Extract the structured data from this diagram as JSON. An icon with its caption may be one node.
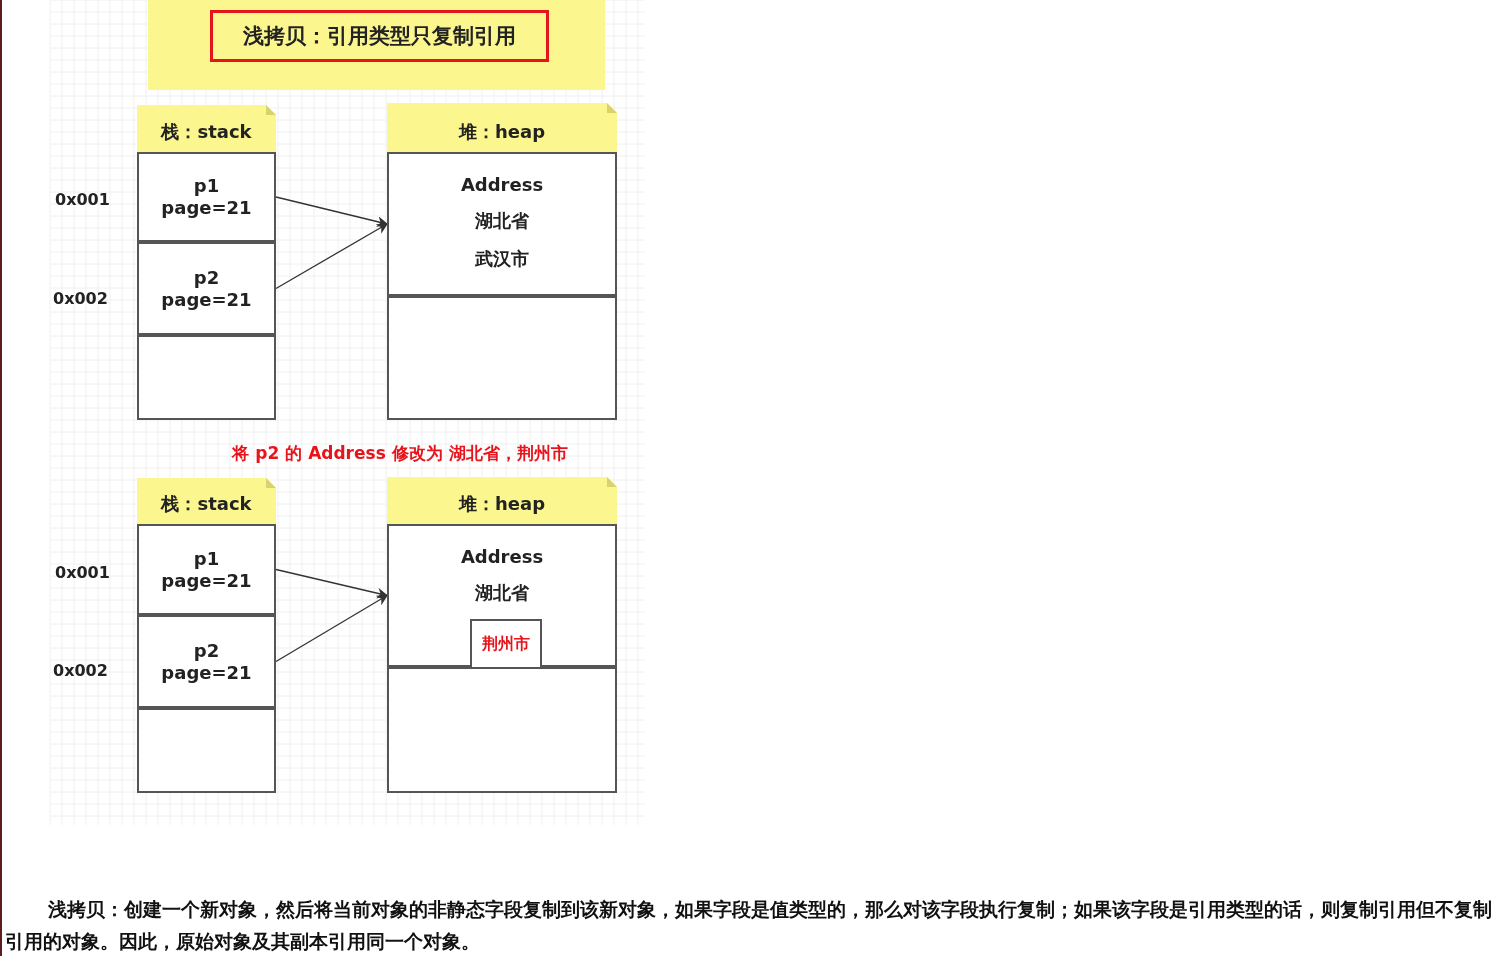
{
  "diagram": {
    "nodes": [
      {
        "text": [
          "浅拷贝：引用类型只复制引用"
        ]
      },
      {
        "text": [
          "栈：stack"
        ]
      },
      {
        "text": [
          "p1 page=21"
        ],
        "beside": [
          "0x001"
        ]
      },
      {
        "text": [
          "p2 page=21"
        ],
        "beside": [
          "0x002"
        ]
      },
      {
        "text": [],
        "shape": "box"
      },
      {
        "text": [
          "堆：heap"
        ]
      },
      {
        "text": [
          "Address",
          "湖北省",
          "武汉市"
        ]
      },
      {
        "text": [],
        "shape": "box"
      },
      {
        "text": [
          "栈：stack"
        ]
      },
      {
        "text": [
          "p1 page=21"
        ],
        "beside": [
          "0x001"
        ]
      },
      {
        "text": [
          "p2 page=21"
        ],
        "beside": [
          "0x002"
        ]
      },
      {
        "text": [],
        "shape": "box"
      },
      {
        "text": [
          "堆：heap"
        ]
      },
      {
        "text": [
          "Address",
          "湖北省"
        ]
      },
      {
        "text": [
          "荆州市"
        ],
        "in": 13
      },
      {
        "text": [],
        "shape": "box"
      }
    ],
    "edges": [
      {
        "from": 2,
        "to": 6,
        "arrow": "to"
      },
      {
        "from": 3,
        "to": 6,
        "arrow": "to"
      },
      {
        "from": 9,
        "to": 13,
        "arrow": "to"
      },
      {
        "from": 10,
        "to": 13,
        "arrow": "to"
      }
    ],
    "labels": [
      "将 p2 的 Address 修改为 湖北省，荆州市",
      "浅拷贝：创建一个新对象，然后将当前对象的非静态字段复制到该新对象，如果字段是值类型的，那么对该字段执行复制；如果该字段是引用类型的话，则复制引用但不复制引用的对象。因此，原始对象及其副本引用同一个对象。"
    ]
  }
}
